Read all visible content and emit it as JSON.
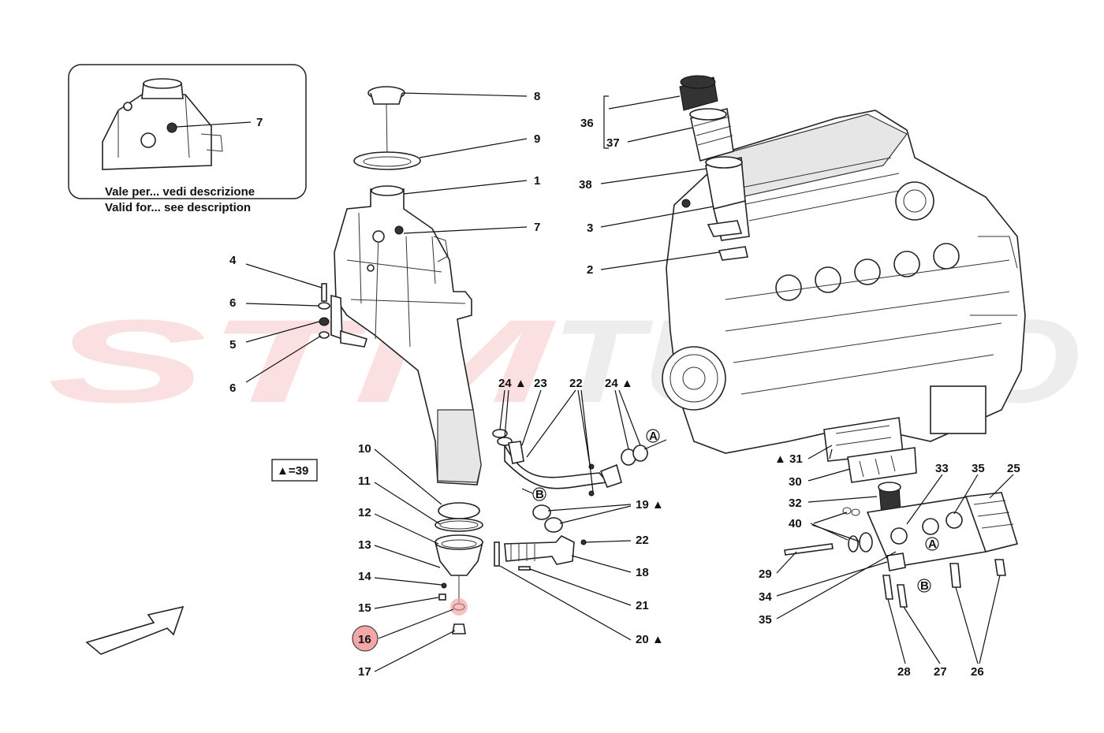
{
  "watermark": {
    "left": "STM",
    "right": "TURBO",
    "left_color": "#f2a9a9",
    "right_color": "#d9d9d9"
  },
  "inset": {
    "line1": "Vale per... vedi descrizione",
    "line2": "Valid for... see description",
    "callout": "7"
  },
  "legend_box": {
    "text": "▲=39"
  },
  "highlight": {
    "label": "16",
    "color": "#f4a7a7"
  },
  "callouts": [
    {
      "id": "c8",
      "text": "8"
    },
    {
      "id": "c9",
      "text": "9"
    },
    {
      "id": "c1",
      "text": "1"
    },
    {
      "id": "c7",
      "text": "7"
    },
    {
      "id": "c4",
      "text": "4"
    },
    {
      "id": "c6a",
      "text": "6"
    },
    {
      "id": "c5",
      "text": "5"
    },
    {
      "id": "c6b",
      "text": "6"
    },
    {
      "id": "c36",
      "text": "36"
    },
    {
      "id": "c37",
      "text": "37"
    },
    {
      "id": "c38",
      "text": "38"
    },
    {
      "id": "c3",
      "text": "3"
    },
    {
      "id": "c2",
      "text": "2"
    },
    {
      "id": "c24a",
      "text": "24 ▲"
    },
    {
      "id": "c23",
      "text": "23"
    },
    {
      "id": "c22a",
      "text": "22"
    },
    {
      "id": "c24b",
      "text": "24 ▲"
    },
    {
      "id": "c10",
      "text": "10"
    },
    {
      "id": "c11",
      "text": "11"
    },
    {
      "id": "c12",
      "text": "12"
    },
    {
      "id": "c13",
      "text": "13"
    },
    {
      "id": "c14",
      "text": "14"
    },
    {
      "id": "c15",
      "text": "15"
    },
    {
      "id": "c17",
      "text": "17"
    },
    {
      "id": "c19",
      "text": "19 ▲"
    },
    {
      "id": "c22b",
      "text": "22"
    },
    {
      "id": "c18",
      "text": "18"
    },
    {
      "id": "c21",
      "text": "21"
    },
    {
      "id": "c20",
      "text": "20 ▲"
    },
    {
      "id": "c31",
      "text": "▲ 31"
    },
    {
      "id": "c30",
      "text": "30"
    },
    {
      "id": "c32",
      "text": "32"
    },
    {
      "id": "c40",
      "text": "40"
    },
    {
      "id": "c29",
      "text": "29"
    },
    {
      "id": "c34",
      "text": "34"
    },
    {
      "id": "c35a",
      "text": "35"
    },
    {
      "id": "c33",
      "text": "33"
    },
    {
      "id": "c35b",
      "text": "35"
    },
    {
      "id": "c25",
      "text": "25"
    },
    {
      "id": "c28",
      "text": "28"
    },
    {
      "id": "c27",
      "text": "27"
    },
    {
      "id": "c26",
      "text": "26"
    }
  ],
  "markers": [
    {
      "id": "mA1",
      "text": "A"
    },
    {
      "id": "mB1",
      "text": "B"
    },
    {
      "id": "mA2",
      "text": "A"
    },
    {
      "id": "mB2",
      "text": "B"
    }
  ]
}
